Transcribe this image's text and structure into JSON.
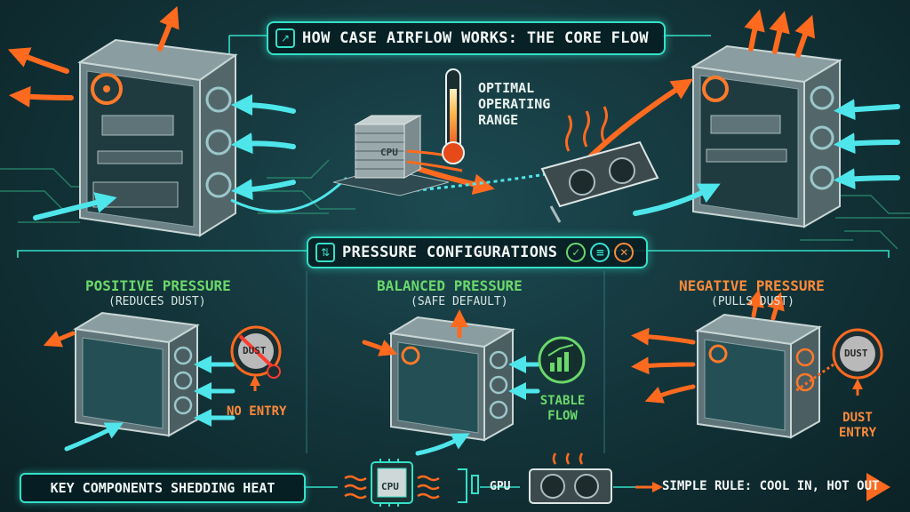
{
  "header": {
    "title": "HOW CASE AIRFLOW WORKS: THE CORE FLOW"
  },
  "core_flow": {
    "thermometer_label": [
      "OPTIMAL",
      "OPERATING",
      "RANGE"
    ],
    "cpu_chip_text": "CPU"
  },
  "pressure": {
    "section_title": "PRESSURE CONFIGURATIONS",
    "panels": [
      {
        "title": "POSITIVE PRESSURE",
        "subtitle": "(REDUCES DUST)",
        "callout": "NO ENTRY",
        "badge": "DUST"
      },
      {
        "title": "BALANCED PRESSURE",
        "subtitle": "(SAFE DEFAULT)",
        "callout": "STABLE FLOW"
      },
      {
        "title": "NEGATIVE PRESSURE",
        "subtitle": "(PULLS DUST)",
        "callout": "DUST ENTRY",
        "badge": "DUST"
      }
    ]
  },
  "footer": {
    "components_label": "KEY COMPONENTS SHEDDING HEAT",
    "cpu_label": "CPU",
    "gpu_label": "GPU",
    "rule": "SIMPLE RULE: COOL IN, HOT OUT"
  },
  "colors": {
    "teal": "#34e0c8",
    "cool_air": "#4ee6ea",
    "hot_air": "#ff6a1f",
    "positive": "#6bd86b",
    "negative": "#ff8a3a"
  }
}
